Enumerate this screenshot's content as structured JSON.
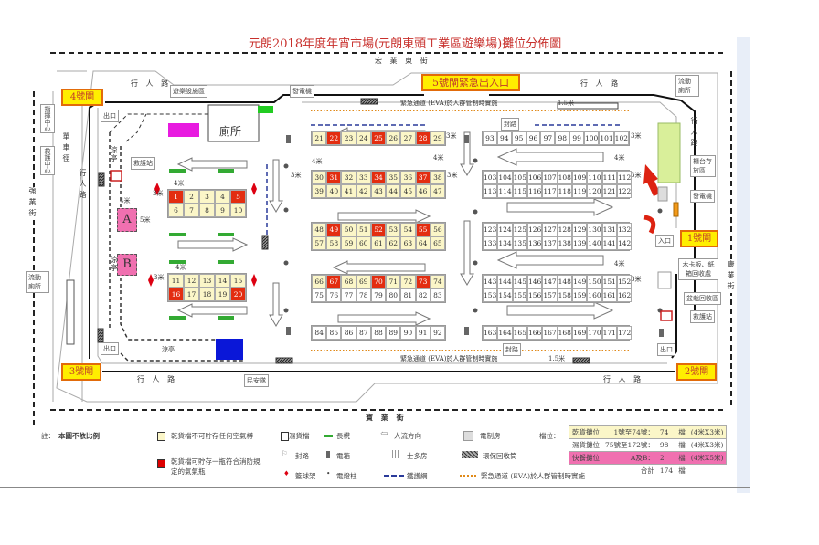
{
  "title": "元朗2018年度年宵市場(元朗東頭工業區遊樂場)攤位分佈圖",
  "streets": {
    "top": "宏 業 東 街",
    "bottom": "寶 業 街",
    "left": "強業街",
    "right": "康業街"
  },
  "walkway": "行 人 路",
  "walkway_v": "行人路",
  "cycle": "單車徑",
  "labels": {
    "amusement": "遊樂設施區",
    "generator": "發電機",
    "toilet": "廁所",
    "mobile_toilet": "流動廁所",
    "command": "指揮中心",
    "ambulance_centre": "救護中心",
    "first_aid": "救護站",
    "pavilion": "涼亭",
    "exit": "出口",
    "entrance": "入口",
    "counter_storage": "櫃台存放區",
    "pallet": "木卡板、紙箱回收處",
    "plant": "盆栽回收區",
    "civil_aid": "民安隊",
    "road_closed": "封路",
    "eva": "緊急通道 (EVA)於人群管制時實施"
  },
  "dims": {
    "w4": "4米",
    "h3": "3米",
    "h5": "5米",
    "gap15": "1.5米"
  },
  "gates": {
    "g1": "1號閘",
    "g2": "2號閘",
    "g3": "3號閘",
    "g4": "4號閘",
    "g5": "5號閘緊急出入口"
  },
  "snack": {
    "a": "A",
    "b": "B"
  },
  "red_stalls": [
    1,
    5,
    16,
    20,
    22,
    25,
    28,
    31,
    34,
    37,
    49,
    52,
    55,
    67,
    70,
    73
  ],
  "blocks": [
    {
      "id": "b1",
      "rows": [
        [
          1,
          2,
          3,
          4,
          5
        ],
        [
          6,
          7,
          8,
          9,
          10
        ]
      ]
    },
    {
      "id": "b2",
      "rows": [
        [
          11,
          12,
          13,
          14,
          15
        ],
        [
          16,
          17,
          18,
          19,
          20
        ]
      ]
    },
    {
      "id": "b3",
      "rows": [
        [
          21,
          22,
          23,
          24,
          25,
          26,
          27,
          28,
          29
        ]
      ]
    },
    {
      "id": "b4",
      "rows": [
        [
          30,
          31,
          32,
          33,
          34,
          35,
          36,
          37,
          38
        ],
        [
          39,
          40,
          41,
          42,
          43,
          44,
          45,
          46,
          47
        ]
      ]
    },
    {
      "id": "b5",
      "rows": [
        [
          48,
          49,
          50,
          51,
          52,
          53,
          54,
          55,
          56
        ],
        [
          57,
          58,
          59,
          60,
          61,
          62,
          63,
          64,
          65
        ]
      ]
    },
    {
      "id": "b6",
      "rows": [
        [
          66,
          67,
          68,
          69,
          70,
          71,
          72,
          73,
          74
        ],
        [
          75,
          76,
          77,
          78,
          79,
          80,
          81,
          82,
          83
        ]
      ]
    },
    {
      "id": "b7",
      "rows": [
        [
          84,
          85,
          86,
          87,
          88,
          89,
          90,
          91,
          92
        ]
      ]
    },
    {
      "id": "b8",
      "rows": [
        [
          93,
          94,
          95,
          96,
          97,
          98,
          99,
          100,
          101,
          102
        ]
      ]
    },
    {
      "id": "b9",
      "rows": [
        [
          103,
          104,
          105,
          106,
          107,
          108,
          109,
          110,
          111,
          112
        ],
        [
          113,
          114,
          115,
          116,
          117,
          118,
          119,
          120,
          121,
          122
        ]
      ]
    },
    {
      "id": "b10",
      "rows": [
        [
          123,
          124,
          125,
          126,
          127,
          128,
          129,
          130,
          131,
          132
        ],
        [
          133,
          134,
          135,
          136,
          137,
          138,
          139,
          140,
          141,
          142
        ]
      ]
    },
    {
      "id": "b11",
      "rows": [
        [
          143,
          144,
          145,
          146,
          147,
          148,
          149,
          150,
          151,
          152
        ],
        [
          153,
          154,
          155,
          156,
          157,
          158,
          159,
          160,
          161,
          162
        ]
      ]
    },
    {
      "id": "b12",
      "rows": [
        [
          163,
          164,
          165,
          166,
          167,
          168,
          169,
          170,
          171,
          172
        ]
      ]
    }
  ],
  "legend": {
    "note_label": "註：",
    "note": "本圖不依比例",
    "dry": "乾貨檔不可貯存任何空氣樽",
    "dry_red": "乾貨檔可貯存一瓶符合消防規定的氣氣瓶",
    "wet": "濕貨檔",
    "bench": "長櫈",
    "flow": "人流方向",
    "switch_room": "電制房",
    "road_closed": "封路",
    "elec_box": "電箱",
    "store": "士多房",
    "recycle": "環保回收筒",
    "basketball": "籃球架",
    "lamp": "電燈柱",
    "fence": "鐵護網",
    "eva": "緊急通道 (EVA)於人群管制時實施"
  },
  "summary": {
    "label": "檔位：",
    "rows": [
      {
        "type": "乾貨攤位",
        "range": "1號至74號：",
        "count": "74",
        "unit": "檔",
        "size": "(4米X3米)",
        "color": "#fbf6c8"
      },
      {
        "type": "濕貨攤位",
        "range": "75號至172號：",
        "count": "98",
        "unit": "檔",
        "size": "(4米X3米)",
        "color": "#ffffff"
      },
      {
        "type": "快餐攤位",
        "range": "A及B：",
        "count": "2",
        "unit": "檔",
        "size": "(4米X5米)",
        "color": "#f070b0"
      }
    ],
    "total_label": "合計",
    "total": "174",
    "total_unit": "檔"
  }
}
